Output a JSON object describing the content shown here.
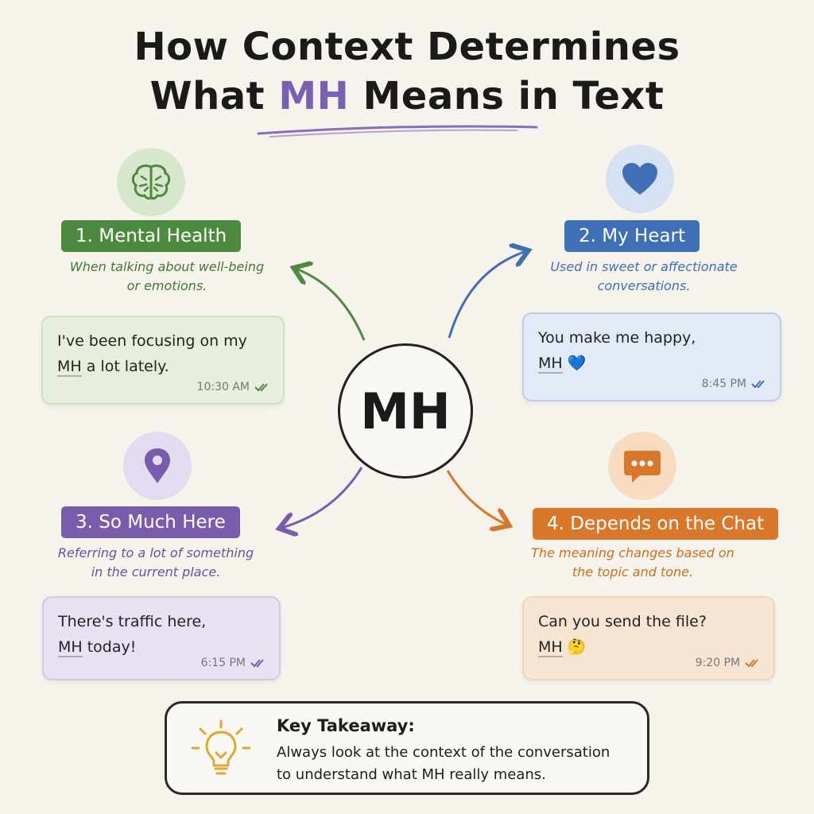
{
  "title": {
    "line1": "How Context Determines",
    "line2_pre": "What ",
    "line2_highlight": "MH",
    "line2_post": " Means in Text"
  },
  "center": {
    "label": "MH"
  },
  "sections": [
    {
      "label": "1. Mental Health",
      "desc_line1": "When talking about well-being",
      "desc_line2": "or emotions.",
      "msg_line1": "I've been focusing on my",
      "msg_mh": "MH",
      "msg_line2_rest": " a lot lately.",
      "time": "10:30 AM",
      "icon": "brain-icon",
      "color": "#4d8a3f"
    },
    {
      "label": "2. My Heart",
      "desc_line1": "Used in sweet or affectionate",
      "desc_line2": "conversations.",
      "msg_line1": "You make me happy,",
      "msg_mh": "MH",
      "msg_line2_rest": " 💙",
      "time": "8:45 PM",
      "icon": "heart-icon",
      "color": "#3f6fb4"
    },
    {
      "label": "3. So Much Here",
      "desc_line1": "Referring to a lot of something",
      "desc_line2": "in the current place.",
      "msg_line1": "There's traffic here,",
      "msg_mh": "MH",
      "msg_line2_rest": " today!",
      "time": "6:15 PM",
      "icon": "location-pin-icon",
      "color": "#7a5cad"
    },
    {
      "label": "4. Depends on the Chat",
      "desc_line1": "The meaning changes based on",
      "desc_line2": "the topic and tone.",
      "msg_line1": "Can you send the file?",
      "msg_mh": "MH",
      "msg_line2_rest": " 🤔",
      "time": "9:20 PM",
      "icon": "chat-bubble-icon",
      "color": "#d9772b"
    }
  ],
  "takeaway": {
    "title": "Key Takeaway:",
    "line1": "Always look at the context of the conversation",
    "line2": "to understand what MH really means.",
    "icon": "lightbulb-icon"
  }
}
